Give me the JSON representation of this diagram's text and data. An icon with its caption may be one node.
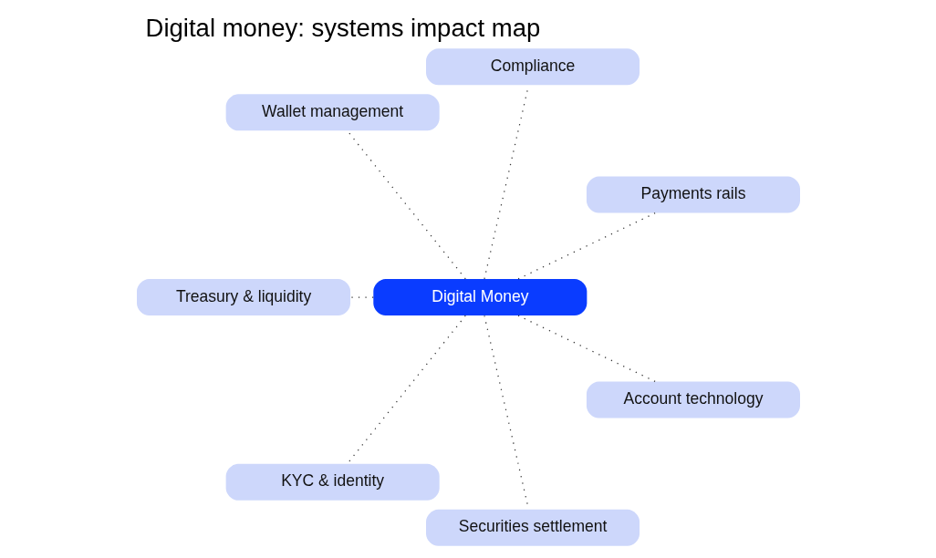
{
  "diagram": {
    "title": "Digital money: systems impact map",
    "nodes": [
      {
        "text": [
          "Digital Money"
        ]
      },
      {
        "text": [
          "Payments rails"
        ]
      },
      {
        "text": [
          "Compliance"
        ]
      },
      {
        "text": [
          "Wallet management"
        ]
      },
      {
        "text": [
          "Treasury & liquidity"
        ]
      },
      {
        "text": [
          "KYC & identity"
        ]
      },
      {
        "text": [
          "Securities settlement"
        ]
      },
      {
        "text": [
          "Account technology"
        ]
      }
    ],
    "edges": [
      {
        "from": 0,
        "to": 1,
        "arrow": "none"
      },
      {
        "from": 0,
        "to": 2,
        "arrow": "none"
      },
      {
        "from": 0,
        "to": 3,
        "arrow": "none"
      },
      {
        "from": 0,
        "to": 4,
        "arrow": "none"
      },
      {
        "from": 0,
        "to": 5,
        "arrow": "none"
      },
      {
        "from": 0,
        "to": 6,
        "arrow": "none"
      },
      {
        "from": 0,
        "to": 7,
        "arrow": "none"
      }
    ]
  }
}
